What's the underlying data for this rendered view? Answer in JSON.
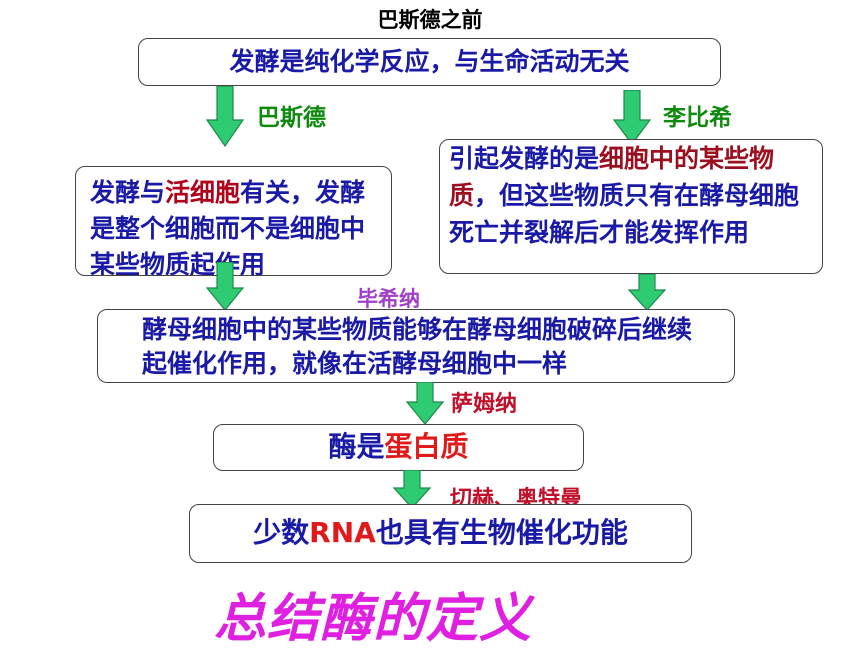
{
  "title": "巴斯德之前",
  "box1": "发酵是纯化学反应，与生命活动无关",
  "label_pasteur": "巴斯德",
  "label_liebig": "李比希",
  "box_left": {
    "p1": "发酵与",
    "p2": "活细胞",
    "p3": "有关，发酵是整个细胞而不是细胞中某些物质起作用"
  },
  "box_right": {
    "p1": "引起发酵的是",
    "p2": "细胞中的某些物质",
    "p3": "，但这些物质只有在酵母细胞死亡并裂解后才能发挥作用"
  },
  "label_buchner": "毕希纳",
  "box_mid": "酵母细胞中的某些物质能够在酵母细胞破碎后继续起催化作用，就像在活酵母细胞中一样",
  "label_sumner": "萨姆纳",
  "box_protein": {
    "p1": "酶是",
    "p2": "蛋白质"
  },
  "label_cech": "切赫、奥特曼",
  "box_rna": {
    "p1": "少数",
    "p2": "RNA",
    "p3": "也具有生物催化功能"
  },
  "summary": "总结酶的定义",
  "colors": {
    "arrow": "#2ecb72",
    "arrow_stroke": "#1a8a4a",
    "summary": "#e020e0"
  }
}
